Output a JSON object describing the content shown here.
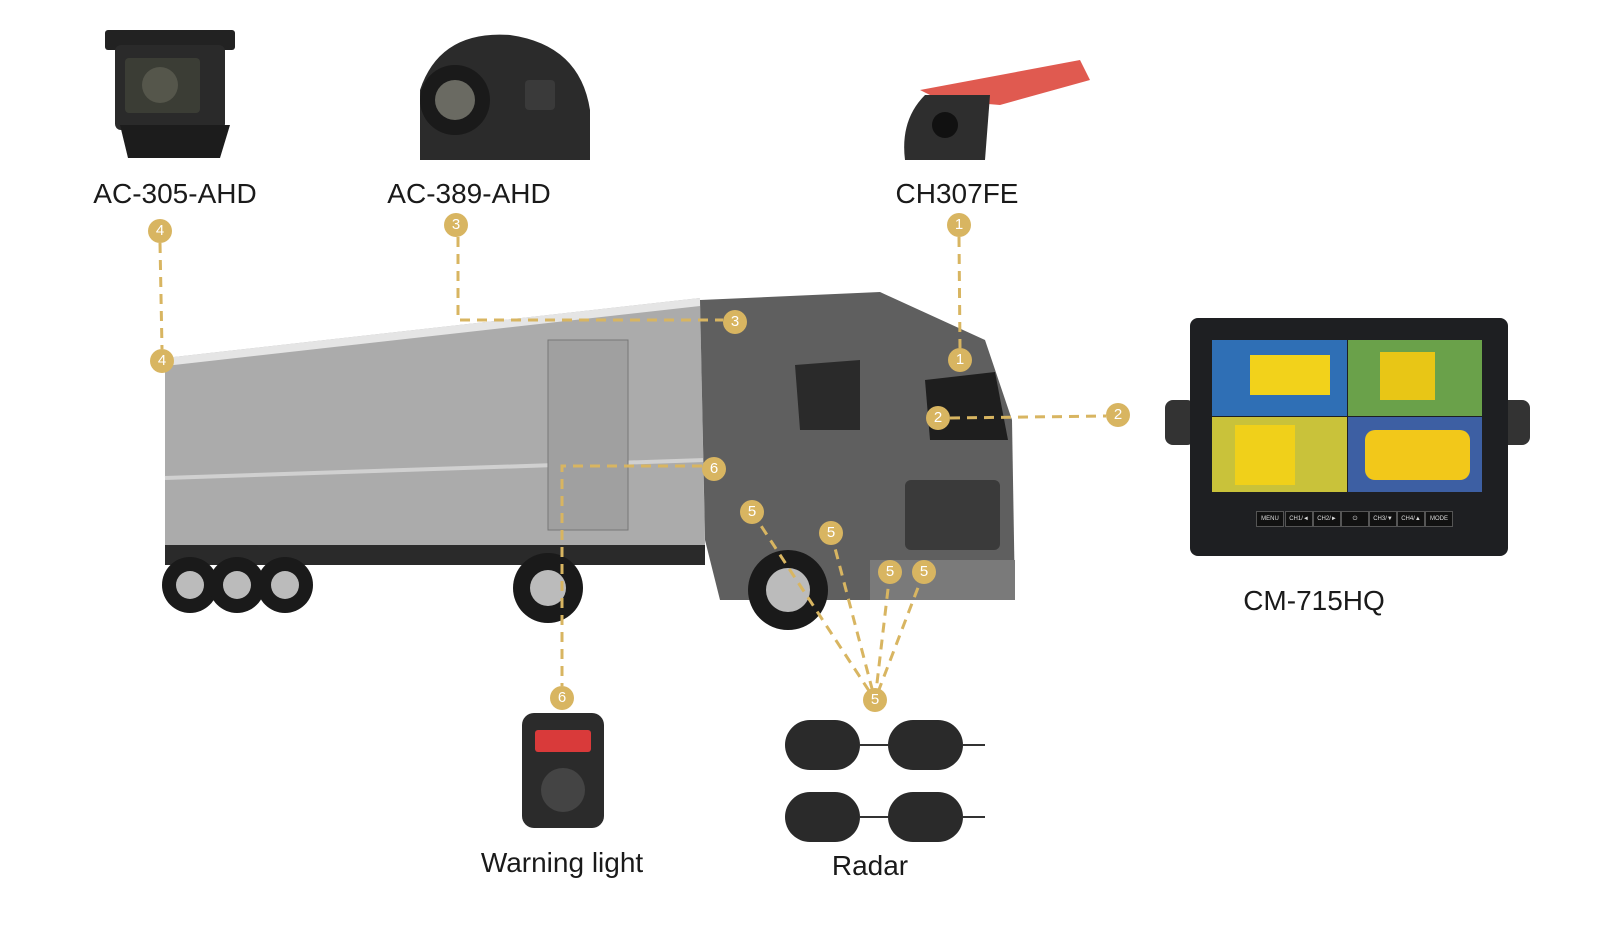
{
  "products": {
    "cam_ac305": "AC-305-AHD",
    "cam_ac389": "AC-389-AHD",
    "cam_ch307": "CH307FE",
    "monitor": "CM-715HQ",
    "warning": "Warning light",
    "radar": "Radar"
  },
  "badges": {
    "one": "1",
    "two": "2",
    "three": "3",
    "four": "4",
    "five": "5",
    "six": "6"
  },
  "monitor_buttons": [
    "MENU",
    "CH1/◄",
    "CH2/►",
    "⏻",
    "CH3/▼",
    "CH4/▲",
    "MODE"
  ],
  "colors": {
    "accent": "#d8b561",
    "truck": "#6d6d6d",
    "trailer": "#a9a9a9",
    "monitor": "#1e1f22"
  }
}
